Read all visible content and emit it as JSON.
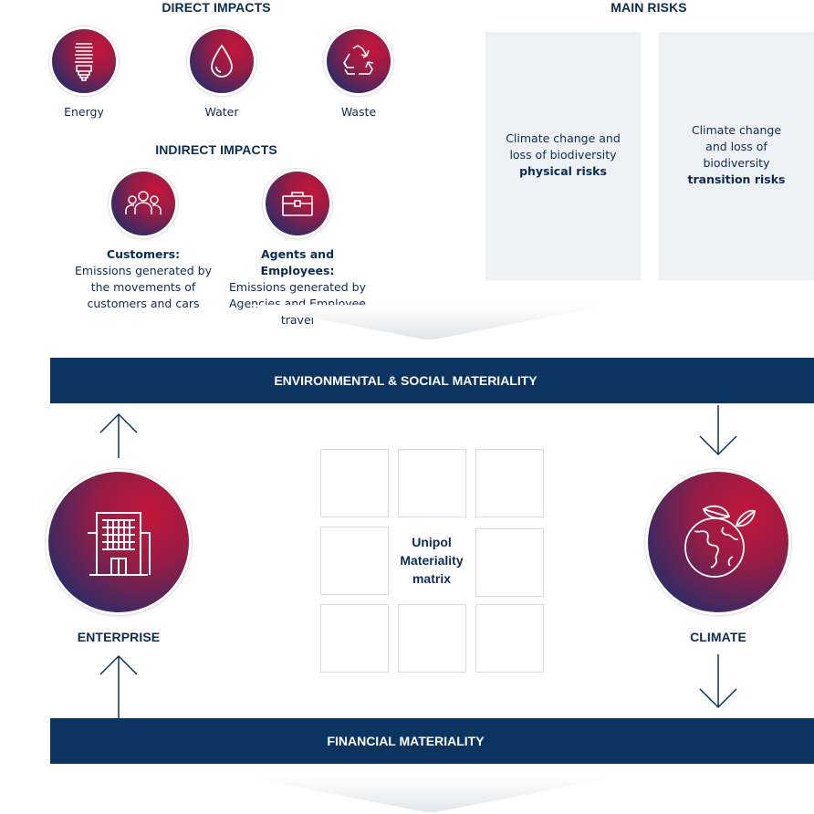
{
  "direct_impacts": {
    "title": "DIRECT IMPACTS",
    "items": [
      {
        "label": "Energy",
        "icon": "light-bulb-icon"
      },
      {
        "label": "Water",
        "icon": "water-drop-icon"
      },
      {
        "label": "Waste",
        "icon": "recycle-icon"
      }
    ]
  },
  "indirect_impacts": {
    "title": "INDIRECT IMPACTS",
    "items": [
      {
        "title": "Customers:",
        "text": "Emissions generated by the movements of customers and cars",
        "icon": "people-group-icon"
      },
      {
        "title": "Agents and Employees:",
        "text": "Emissions generated by Agencies and Employee travel",
        "icon": "briefcase-icon"
      }
    ]
  },
  "main_risks": {
    "title": "MAIN RISKS",
    "physical": {
      "text": "Climate change and loss of biodiversity",
      "bold": "physical risks"
    },
    "transition": {
      "text": "Climate change and loss of biodiversity",
      "bold": "transition risks"
    }
  },
  "bars": {
    "environmental": "ENVIRONMENTAL & SOCIAL MATERIALITY",
    "financial": "FINANCIAL MATERIALITY"
  },
  "enterprise": {
    "label": "ENTERPRISE",
    "icon": "office-building-icon"
  },
  "climate": {
    "label": "CLIMATE",
    "icon": "globe-leaves-icon"
  },
  "matrix": {
    "line1": "Unipol",
    "line2": "Materiality",
    "line3": "matrix"
  },
  "colors": {
    "navy": "#0c3460",
    "crimson": "#c3163a",
    "risk_bg": "#eef1f4"
  }
}
